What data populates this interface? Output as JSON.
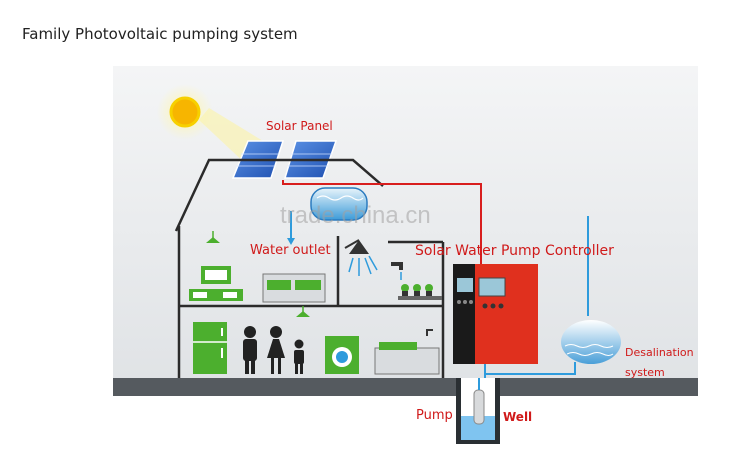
{
  "header": {
    "title": "Family Photovoltaic pumping system"
  },
  "labels": {
    "solar_panel": "Solar Panel",
    "water_outlet": "Water outlet",
    "controller": "Solar Water Pump Controller",
    "desalination_line1": "Desalination",
    "desalination_line2": "system",
    "pump": "Pump",
    "well": "Well"
  },
  "watermark": "trade.china.cn",
  "colors": {
    "label_red": "#d01a1a",
    "pipe_blue": "#2e9bdc",
    "wire_red": "#d81e1e",
    "house_outline": "#2b2b2b",
    "appliance_green": "#4caf2e",
    "controller_red": "#e0301e",
    "ground_dark": "#555a5f"
  }
}
